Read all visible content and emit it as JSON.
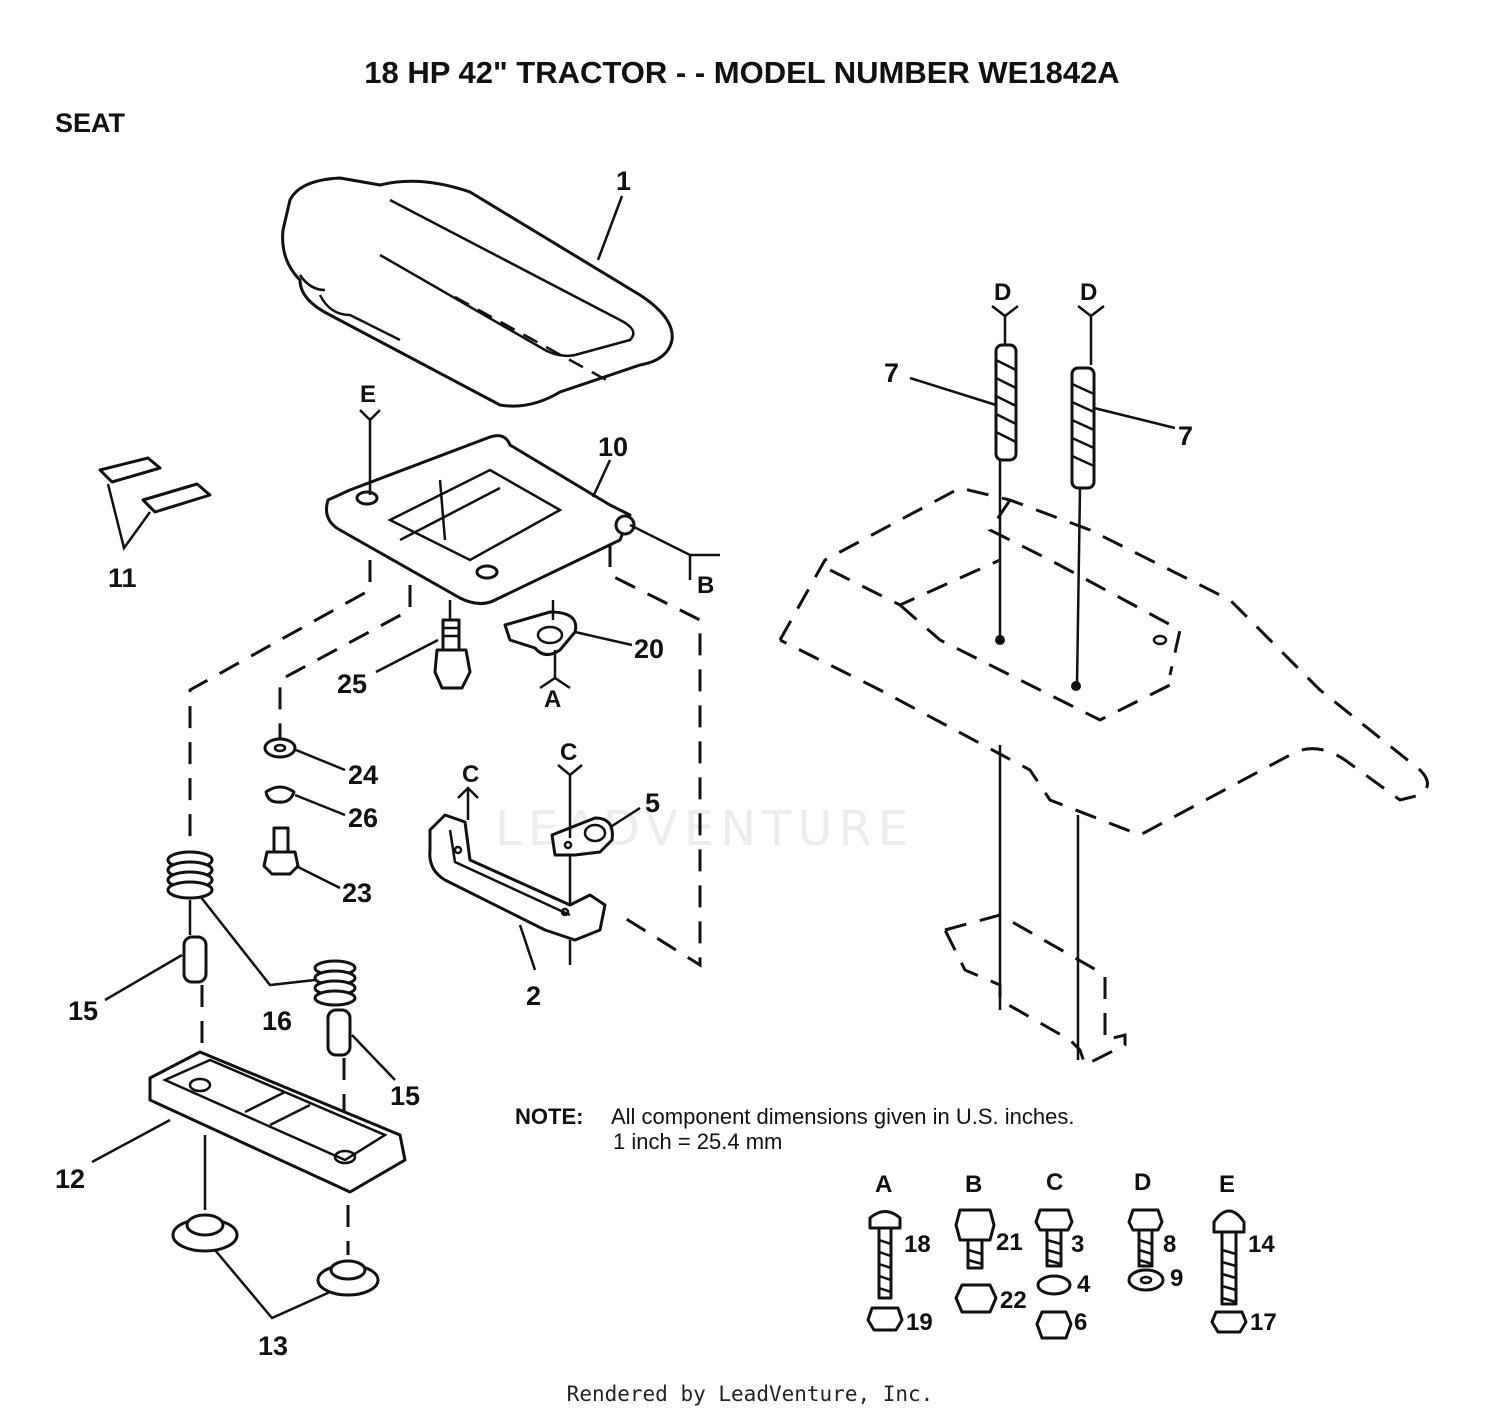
{
  "title": "18 HP 42\" TRACTOR - - MODEL NUMBER WE1842A",
  "section": "SEAT",
  "watermark": "LEADVENTURE",
  "note": {
    "label": "NOTE:",
    "line1": "All component  dimensions given in U.S. inches.",
    "line2": "1 inch = 25.4 mm"
  },
  "footer": "Rendered by LeadVenture, Inc.",
  "callouts": {
    "p1": "1",
    "p2": "2",
    "p5": "5",
    "p7a": "7",
    "p7b": "7",
    "p10": "10",
    "p11": "11",
    "p12": "12",
    "p13": "13",
    "p15a": "15",
    "p15b": "15",
    "p16": "16",
    "p20": "20",
    "p23": "23",
    "p24": "24",
    "p25": "25",
    "p26": "26"
  },
  "ref_letters": {
    "E": "E",
    "B": "B",
    "A": "A",
    "C1": "C",
    "C2": "C",
    "D1": "D",
    "D2": "D"
  },
  "hardware": [
    {
      "letter": "A",
      "parts": [
        "18",
        "19"
      ]
    },
    {
      "letter": "B",
      "parts": [
        "21",
        "22"
      ]
    },
    {
      "letter": "C",
      "parts": [
        "3",
        "4",
        "6"
      ]
    },
    {
      "letter": "D",
      "parts": [
        "8",
        "9"
      ]
    },
    {
      "letter": "E",
      "parts": [
        "14",
        "17"
      ]
    }
  ]
}
